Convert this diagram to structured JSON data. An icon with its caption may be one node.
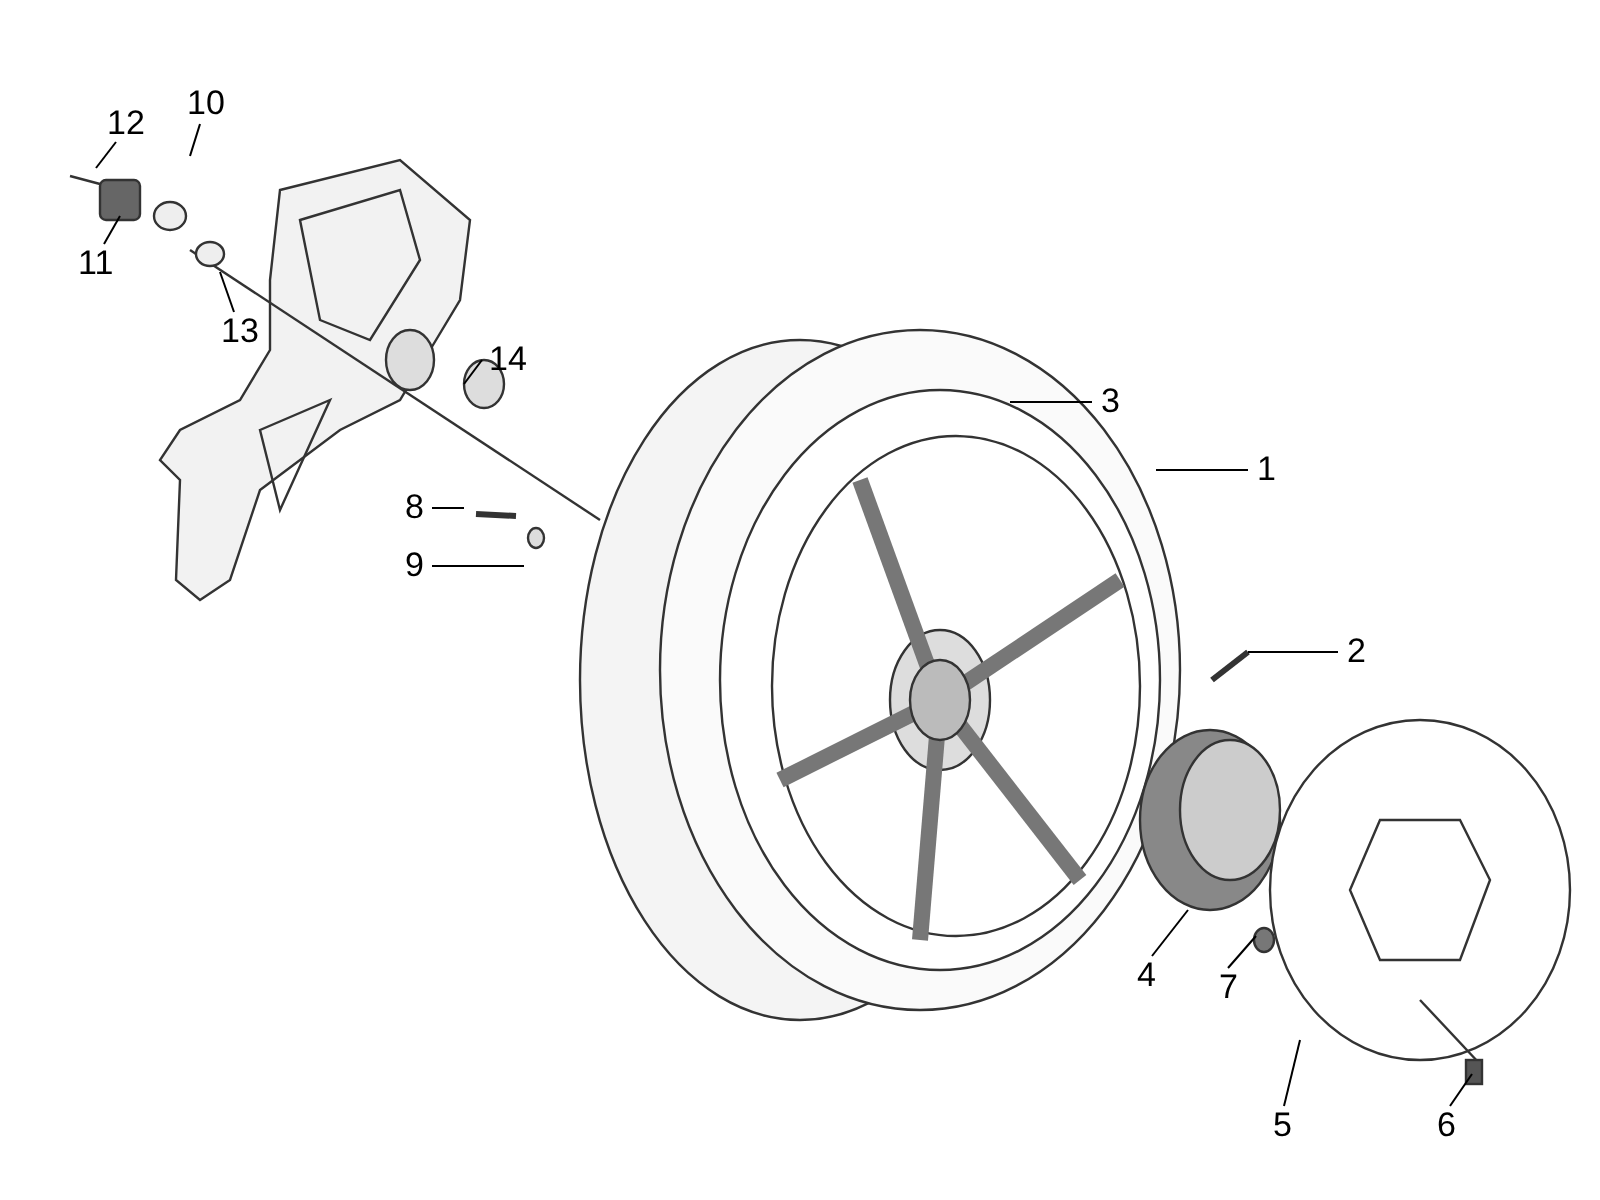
{
  "diagram": {
    "nodes": [
      {
        "text": [
          "10"
        ]
      },
      {
        "text": [
          "12"
        ]
      },
      {
        "text": [
          "11"
        ]
      },
      {
        "text": [
          "13"
        ]
      },
      {
        "text": [
          "14"
        ]
      },
      {
        "text": [
          "3"
        ]
      },
      {
        "text": [
          "1"
        ]
      },
      {
        "text": [
          "8"
        ]
      },
      {
        "text": [
          "9"
        ]
      },
      {
        "text": [
          "2"
        ]
      },
      {
        "text": [
          "4"
        ]
      },
      {
        "text": [
          "7"
        ]
      },
      {
        "text": [
          "5"
        ]
      },
      {
        "text": [
          "6"
        ]
      }
    ],
    "edges": [
      {
        "from": 0,
        "to": null,
        "arrow": "none"
      },
      {
        "from": 1,
        "to": null,
        "arrow": "none"
      },
      {
        "from": 2,
        "to": null,
        "arrow": "none"
      },
      {
        "from": 3,
        "to": null,
        "arrow": "none"
      },
      {
        "from": 4,
        "to": null,
        "arrow": "none"
      },
      {
        "from": 5,
        "to": null,
        "arrow": "none"
      },
      {
        "from": 6,
        "to": null,
        "arrow": "none"
      },
      {
        "from": 7,
        "to": null,
        "arrow": "none"
      },
      {
        "from": 8,
        "to": null,
        "arrow": "none"
      },
      {
        "from": 9,
        "to": null,
        "arrow": "none"
      },
      {
        "from": 10,
        "to": null,
        "arrow": "none"
      },
      {
        "from": 11,
        "to": null,
        "arrow": "none"
      },
      {
        "from": 12,
        "to": null,
        "arrow": "none"
      },
      {
        "from": 13,
        "to": null,
        "arrow": "none"
      }
    ]
  }
}
